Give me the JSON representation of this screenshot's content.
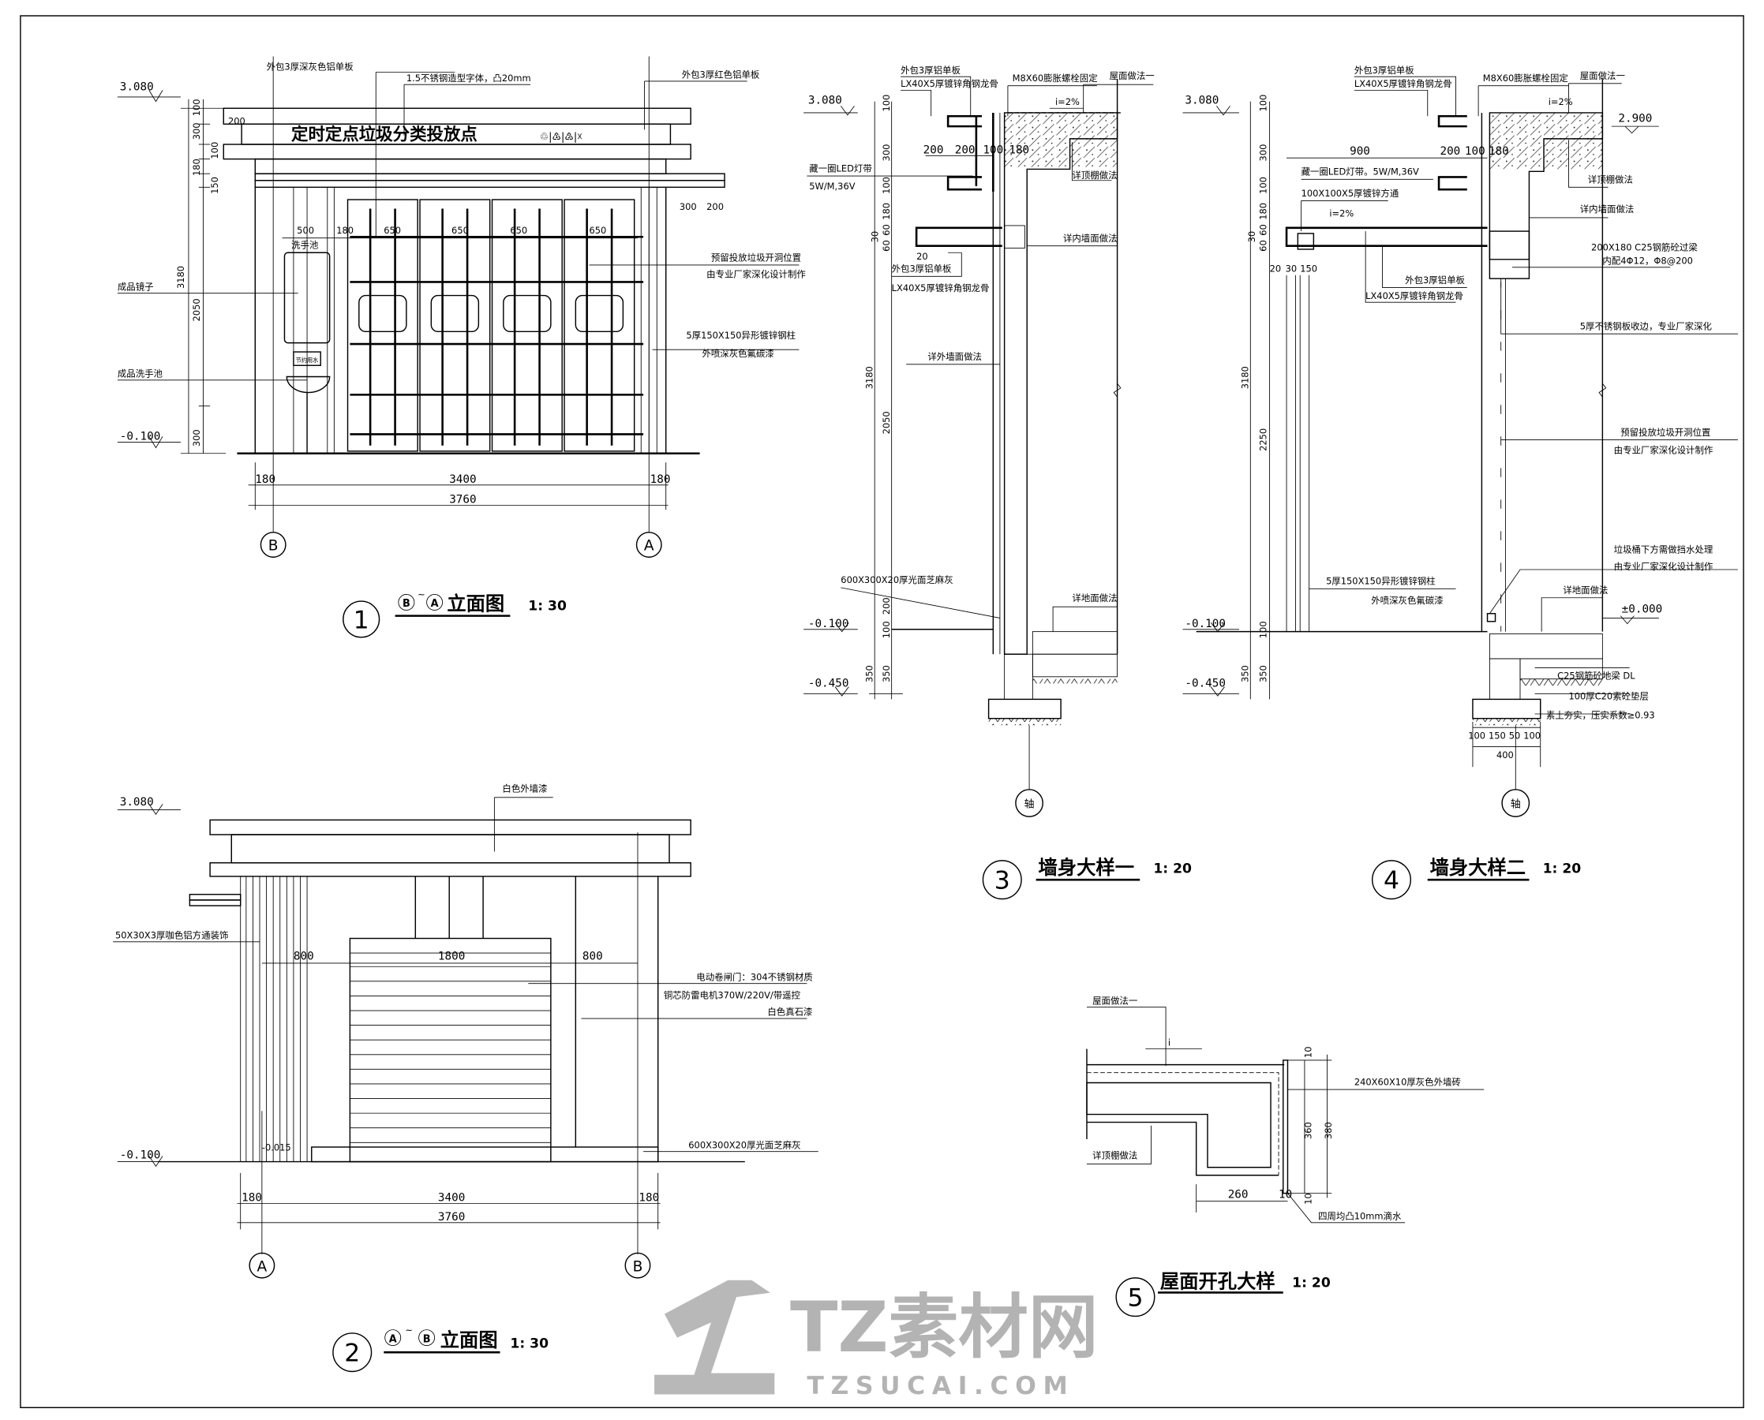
{
  "watermark": {
    "logo_text": "TZ素材网",
    "url_text": "TZSUCAI.COM"
  },
  "d1": {
    "number": "1",
    "axis_from": "B",
    "axis_to": "A",
    "title": "立面图",
    "scale": "1: 30",
    "sign_text": "定时定点垃圾分类投放点",
    "tap_sign": "节约用水",
    "notes": {
      "top_left": "外包3厚深灰色铝单板",
      "top_mid": "1.5不锈钢造型字体，凸20mm",
      "top_right": "外包3厚红色铝单板",
      "mirror": "成品镜子",
      "basin": "成品洗手池",
      "basin_label": "洗手池",
      "opening_1": "预留投放垃圾开洞位置",
      "opening_2": "由专业厂家深化设计制作",
      "column_1": "5厚150X150异形镀锌钢柱",
      "column_2": "外喷深灰色氟碳漆"
    },
    "elev_top": "3.080",
    "elev_bottom": "-0.100",
    "vdims": [
      "100",
      "300",
      "100",
      "150",
      "180",
      "2050",
      "300"
    ],
    "vdim_total": "3180",
    "sign_offset": "200",
    "right_dims": [
      "300",
      "200"
    ],
    "panel_dims": [
      "500",
      "180",
      "650",
      "650",
      "650",
      "650"
    ],
    "hdims": [
      "180",
      "3400",
      "180"
    ],
    "hdim_total": "3760",
    "axes": [
      "B",
      "A"
    ]
  },
  "d2": {
    "number": "2",
    "axis_from": "A",
    "axis_to": "B",
    "title": "立面图",
    "scale": "1: 30",
    "notes": {
      "top": "白色外墙漆",
      "slats": "50X30X3厚咖色铝方通装饰",
      "door_1": "电动卷闸门：304不锈钢材质",
      "door_2": "铜芯防雷电机370W/220V/带遥控",
      "wall": "白色真石漆",
      "base": "600X300X20厚光面芝麻灰"
    },
    "elev_top": "3.080",
    "elev_bottom": "-0.100",
    "elev_inner": "-0.015",
    "door_dims": [
      "800",
      "1800",
      "800"
    ],
    "hdims": [
      "180",
      "3400",
      "180"
    ],
    "hdim_total": "3760",
    "axes": [
      "A",
      "B"
    ]
  },
  "d3": {
    "number": "3",
    "title": "墙身大样一",
    "scale": "1: 20",
    "axis": "轴",
    "notes": {
      "panel_top_1": "外包3厚铝单板",
      "panel_top_2": "LX40X5厚镀锌角钢龙骨",
      "bolt": "M8X60膨胀螺栓固定",
      "roof": "屋面做法一",
      "slope": "i=2%",
      "led_1": "藏一圈LED灯带",
      "led_2": "5W/M,36V",
      "ceiling": "详顶棚做法",
      "inner_wall": "详内墙面做法",
      "panel_bot_1": "外包3厚铝单板",
      "panel_bot_2": "LX40X5厚镀锌角钢龙骨",
      "outer_wall": "详外墙面做法",
      "base": "600X300X20厚光面芝麻灰",
      "floor": "详地面做法"
    },
    "elev_top": "3.080",
    "elev_ground": "-0.100",
    "elev_found": "-0.450",
    "hdims": [
      "200",
      "200",
      "100",
      "180"
    ],
    "small_dim": "20",
    "vdims": [
      "100",
      "300",
      "100",
      "180",
      "60",
      "30",
      "60",
      "2050",
      "200",
      "100",
      "350"
    ],
    "vdim_total": "3180",
    "vdim_base": "350"
  },
  "d4": {
    "number": "4",
    "title": "墙身大样二",
    "scale": "1: 20",
    "axis": "轴",
    "notes": {
      "panel_top_1": "外包3厚铝单板",
      "panel_top_2": "LX40X5厚镀锌角钢龙骨",
      "bolt": "M8X60膨胀螺栓固定",
      "roof": "屋面做法一",
      "slope": "i=2%",
      "led": "藏一圈LED灯带。5W/M,36V",
      "tube": "100X100X5厚镀锌方通",
      "slope2": "i=2%",
      "ceiling": "详顶棚做法",
      "inner_wall": "详内墙面做法",
      "lintel_1": "200X180 C25钢筋砼过梁",
      "lintel_2": "内配4Φ12，Φ8@200",
      "panel_bot_1": "外包3厚铝单板",
      "panel_bot_2": "LX40X5厚镀锌角钢龙骨",
      "trim": "5厚不锈钢板收边，专业厂家深化",
      "opening_1": "预留投放垃圾开洞位置",
      "opening_2": "由专业厂家深化设计制作",
      "water_1": "垃圾桶下方需做挡水处理",
      "water_2": "由专业厂家深化设计制作",
      "column_1": "5厚150X150异形镀锌钢柱",
      "column_2": "外喷深灰色氟碳漆",
      "floor": "详地面做法",
      "beam": "C25钢筋砼地梁 DL",
      "cushion": "100厚C20素砼垫层",
      "soil": "素土夯实，压实系数≥0.93"
    },
    "elev_top": "3.080",
    "elev_inner": "2.900",
    "elev_zero": "±0.000",
    "elev_ground": "-0.100",
    "elev_found": "-0.450",
    "hdims": [
      "900",
      "200",
      "100",
      "180"
    ],
    "small_dims": [
      "20",
      "30",
      "150"
    ],
    "vdims": [
      "100",
      "300",
      "100",
      "180",
      "60",
      "30",
      "60",
      "2250",
      "100",
      "350"
    ],
    "vdim_total": "3180",
    "vdim_base": "350",
    "foot_dims": [
      "100",
      "150",
      "50",
      "100"
    ],
    "foot_total": "400"
  },
  "d5": {
    "number": "5",
    "title": "屋面开孔大样",
    "scale": "1: 20",
    "notes": {
      "roof": "屋面做法一",
      "slope": "i",
      "tile": "240X60X10厚灰色外墙砖",
      "ceiling": "详顶棚做法",
      "drip": "四周均凸10mm滴水"
    },
    "vdims": [
      "10",
      "360",
      "10"
    ],
    "vdim_total": "380",
    "hdims": [
      "260",
      "10"
    ]
  }
}
